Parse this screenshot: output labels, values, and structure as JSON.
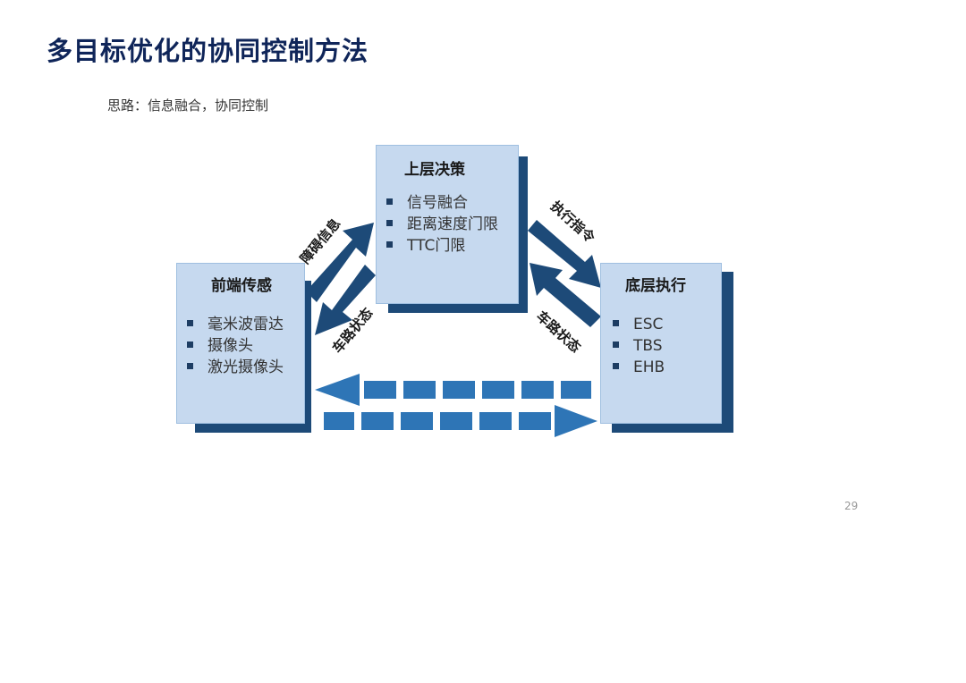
{
  "title": "多目标优化的协同控制方法",
  "subtitle": "思路：信息融合，协同控制",
  "page_number": "29",
  "boxes": {
    "upper": {
      "title": "上层决策",
      "items": [
        "信号融合",
        "距离速度门限",
        "TTC门限"
      ]
    },
    "front": {
      "title": "前端传感",
      "items": [
        "毫米波雷达",
        "摄像头",
        "激光摄像头"
      ]
    },
    "lower": {
      "title": "底层执行",
      "items": [
        "ESC",
        "TBS",
        "EHB"
      ]
    }
  },
  "arrows": {
    "obstacle_info": "障碍信息",
    "exec_cmd": "执行指令",
    "road_state_left": "车路状态",
    "road_state_right": "车路状态"
  },
  "colors": {
    "box_fill": "#c6d9ef",
    "shadow": "#1d4a78",
    "dashed_arrow": "#2e75b6",
    "title": "#0f2559"
  }
}
